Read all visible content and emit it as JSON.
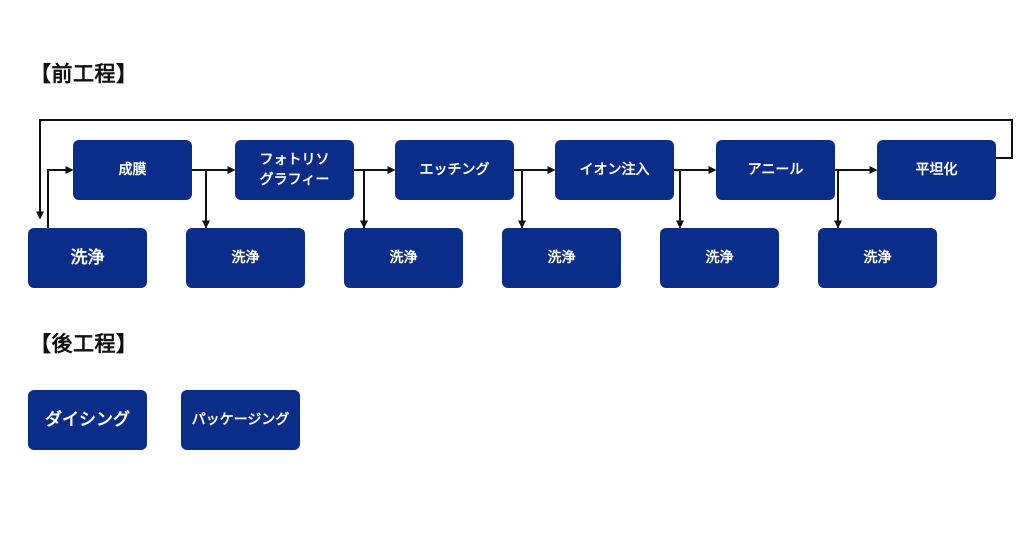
{
  "sections": {
    "front": "【前工程】",
    "back": "【後工程】"
  },
  "front_process": {
    "main_steps": [
      "成膜",
      "フォトリソ\nグラフィー",
      "エッチング",
      "イオン注入",
      "アニール",
      "平坦化"
    ],
    "cleaning_steps": [
      "洗浄",
      "洗浄",
      "洗浄",
      "洗浄",
      "洗浄",
      "洗浄"
    ]
  },
  "back_process": {
    "steps": [
      "ダイシング",
      "パッケージング"
    ]
  },
  "colors": {
    "box_fill": "#0a2d8a",
    "box_text": "#ffffff",
    "connector": "#111111"
  }
}
